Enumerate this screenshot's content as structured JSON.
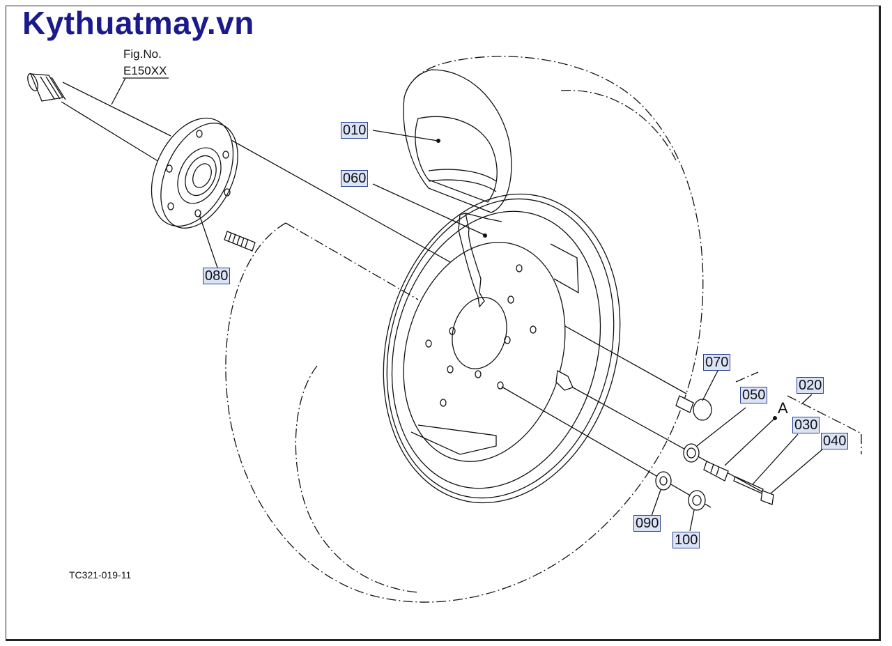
{
  "watermark": "Kythuatmay.vn",
  "figure": {
    "label": "Fig.No.",
    "code": "E150XX"
  },
  "drawing_code": "TC321-019-11",
  "view_label": "A",
  "callouts": [
    {
      "id": "010",
      "label": "010"
    },
    {
      "id": "060",
      "label": "060"
    },
    {
      "id": "080",
      "label": "080"
    },
    {
      "id": "070",
      "label": "070"
    },
    {
      "id": "050",
      "label": "050"
    },
    {
      "id": "020",
      "label": "020"
    },
    {
      "id": "030",
      "label": "030"
    },
    {
      "id": "040",
      "label": "040"
    },
    {
      "id": "090",
      "label": "090"
    },
    {
      "id": "100",
      "label": "100"
    }
  ]
}
